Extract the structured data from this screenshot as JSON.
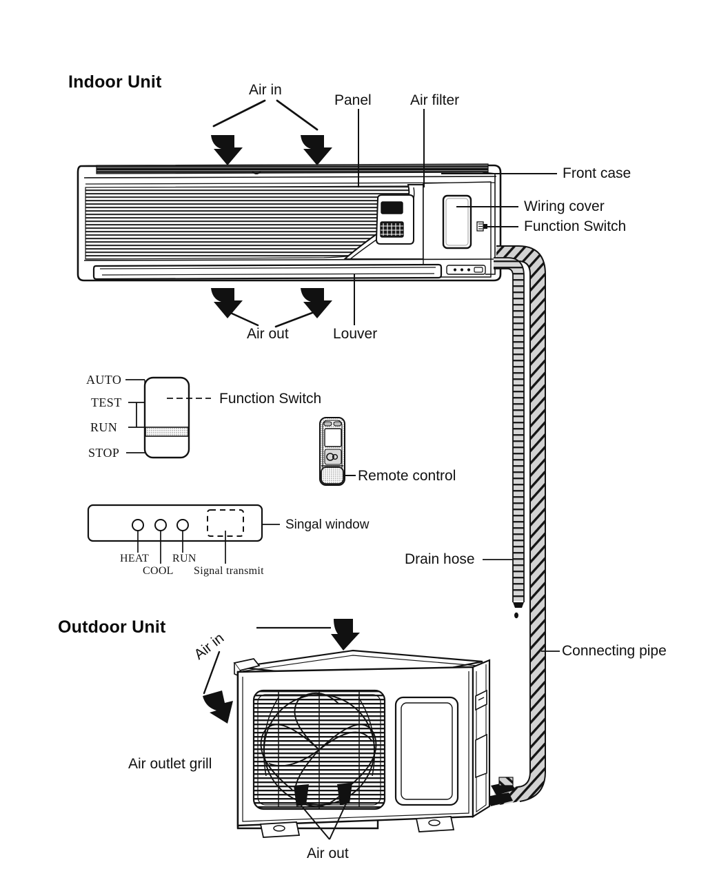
{
  "diagram": {
    "title_indoor": "Indoor Unit",
    "title_outdoor": "Outdoor Unit"
  },
  "indoor_unit": {
    "heading": "Indoor Unit",
    "labels": {
      "air_in": "Air in",
      "panel": "Panel",
      "air_filter": "Air filter",
      "front_case": "Front case",
      "wiring_cover": "Wiring cover",
      "function_switch": "Function Switch",
      "air_out": "Air out",
      "louver": "Louver"
    }
  },
  "function_switch_detail": {
    "label": "Function Switch",
    "positions": [
      {
        "name": "AUTO"
      },
      {
        "name": "TEST"
      },
      {
        "name": "RUN"
      },
      {
        "name": "STOP"
      }
    ],
    "selected": "RUN"
  },
  "remote_control": {
    "label": "Remote control"
  },
  "indicator_panel": {
    "signal_window_label": "Singal window",
    "signal_transmit_label": "Signal transmit",
    "lamps": [
      {
        "name": "HEAT"
      },
      {
        "name": "COOL"
      },
      {
        "name": "RUN"
      }
    ]
  },
  "piping": {
    "drain_hose": "Drain hose",
    "connecting_pipe": "Connecting pipe"
  },
  "outdoor_unit": {
    "heading": "Outdoor Unit",
    "labels": {
      "air_in": "Air in",
      "air_outlet_grill": "Air outlet grill",
      "air_out": "Air out"
    }
  },
  "colors": {
    "ink": "#111111",
    "hatch": "#9a9a9a",
    "fill_light": "#f2f2f2",
    "fill_grey": "#c9c9c9",
    "background": "#ffffff"
  }
}
